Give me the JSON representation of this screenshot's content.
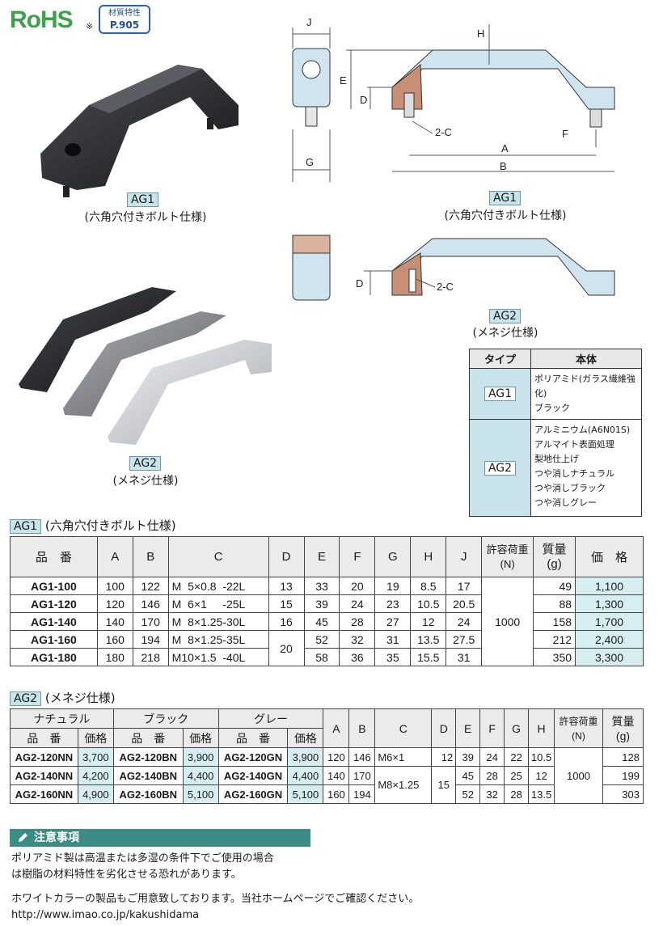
{
  "header": {
    "rohs": "RoHS",
    "rohs_mark": "※",
    "material_label": "材質特性",
    "material_page": "P.905"
  },
  "figures": {
    "ag1_photo": {
      "tag": "AG1",
      "caption": "(六角穴付きボルト仕様)"
    },
    "ag1_drawing": {
      "tag": "AG1",
      "caption": "(六角穴付きボルト仕様)",
      "dims": {
        "J": "J",
        "E": "E",
        "D": "D",
        "G": "G",
        "H": "H",
        "C": "2-C",
        "F": "F",
        "A": "A",
        "B": "B"
      }
    },
    "ag2_drawing": {
      "tag": "AG2",
      "caption": "(メネジ仕様)",
      "dims": {
        "D": "D",
        "C": "2-C"
      }
    },
    "ag2_photo": {
      "tag": "AG2",
      "caption": "(メネジ仕様)"
    }
  },
  "spec_table": {
    "headers": [
      "タイプ",
      "本体"
    ],
    "rows": [
      {
        "type": "AG1",
        "body": [
          "ポリアミド(ガラス繊維強化)",
          "ブラック"
        ]
      },
      {
        "type": "AG2",
        "body": [
          "アルミニウム(A6N01S)",
          "アルマイト表面処理",
          "梨地仕上げ",
          "つや消しナチュラル",
          "つや消しブラック",
          "つや消しグレー"
        ]
      }
    ]
  },
  "ag1_table": {
    "section_tag": "AG1",
    "section_title": "(六角穴付きボルト仕様)",
    "headers": {
      "part": "品　番",
      "A": "A",
      "B": "B",
      "C": "C",
      "D": "D",
      "E": "E",
      "F": "F",
      "G": "G",
      "H": "H",
      "J": "J",
      "load": "許容荷重",
      "load_unit": "(N)",
      "mass": "質量",
      "mass_unit": "(g)",
      "price": "価　格"
    },
    "load_value": "1000",
    "d_shared": "20",
    "rows": [
      {
        "part": "AG1-100",
        "A": "100",
        "B": "122",
        "C": "M  5×0.8  -22L",
        "D": "13",
        "E": "33",
        "F": "20",
        "G": "19",
        "H": "8.5",
        "J": "17",
        "mass": "49",
        "price": "1,100"
      },
      {
        "part": "AG1-120",
        "A": "120",
        "B": "146",
        "C": "M  6×1     -25L",
        "D": "15",
        "E": "39",
        "F": "24",
        "G": "23",
        "H": "10.5",
        "J": "20.5",
        "mass": "88",
        "price": "1,300"
      },
      {
        "part": "AG1-140",
        "A": "140",
        "B": "170",
        "C": "M  8×1.25-30L",
        "D": "16",
        "E": "45",
        "F": "28",
        "G": "27",
        "H": "12",
        "J": "24",
        "mass": "158",
        "price": "1,700"
      },
      {
        "part": "AG1-160",
        "A": "160",
        "B": "194",
        "C": "M  8×1.25-35L",
        "E": "52",
        "F": "32",
        "G": "31",
        "H": "13.5",
        "J": "27.5",
        "mass": "212",
        "price": "2,400"
      },
      {
        "part": "AG1-180",
        "A": "180",
        "B": "218",
        "C": "M10×1.5  -40L",
        "E": "58",
        "F": "36",
        "G": "35",
        "H": "15.5",
        "J": "31",
        "mass": "350",
        "price": "3,300"
      }
    ]
  },
  "ag2_table": {
    "section_tag": "AG2",
    "section_title": "(メネジ仕様)",
    "headers": {
      "natural": "ナチュラル",
      "black": "ブラック",
      "grey": "グレー",
      "part": "品　番",
      "price": "価格",
      "A": "A",
      "B": "B",
      "C": "C",
      "D": "D",
      "E": "E",
      "F": "F",
      "G": "G",
      "H": "H",
      "load": "許容荷重",
      "load_unit": "(N)",
      "mass": "質量",
      "mass_unit": "(g)"
    },
    "load_value": "1000",
    "c_first": "M6×1",
    "c_shared": "M8×1.25",
    "d_first": "12",
    "d_shared": "15",
    "rows": [
      {
        "nn": "AG2-120NN",
        "nn_price": "3,700",
        "bn": "AG2-120BN",
        "bn_price": "3,900",
        "gn": "AG2-120GN",
        "gn_price": "3,900",
        "A": "120",
        "B": "146",
        "E": "39",
        "F": "24",
        "G": "22",
        "H": "10.5",
        "mass": "128"
      },
      {
        "nn": "AG2-140NN",
        "nn_price": "4,200",
        "bn": "AG2-140BN",
        "bn_price": "4,400",
        "gn": "AG2-140GN",
        "gn_price": "4,400",
        "A": "140",
        "B": "170",
        "E": "45",
        "F": "28",
        "G": "25",
        "H": "12",
        "mass": "199"
      },
      {
        "nn": "AG2-160NN",
        "nn_price": "4,900",
        "bn": "AG2-160BN",
        "bn_price": "5,100",
        "gn": "AG2-160GN",
        "gn_price": "5,100",
        "A": "160",
        "B": "194",
        "E": "52",
        "F": "32",
        "G": "28",
        "H": "13.5",
        "mass": "303"
      }
    ]
  },
  "caution": {
    "title": "注意事項",
    "line1": "ポリアミド製は高温または多湿の条件下でご使用の場合",
    "line2": "は樹脂の材料特性を劣化させる恐れがあります。",
    "line3": "ホワイトカラーの製品もご用意致しております。当社ホームページでご確認ください。",
    "url": "http://www.imao.co.jp/kakushidama"
  },
  "colors": {
    "tag_bg": "#c8e4ea",
    "price_bg": "#d6edf2",
    "caution_bar": "#3a8c85",
    "rohs_green": "#3ba24a",
    "badge_blue": "#2b62b0"
  }
}
